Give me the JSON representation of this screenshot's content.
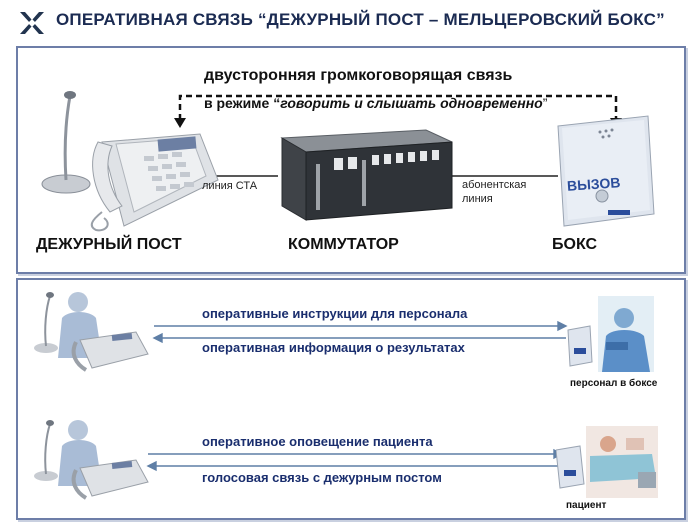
{
  "header": {
    "title": "ОПЕРАТИВНАЯ СВЯЗЬ “ДЕЖУРНЫЙ ПОСТ – МЕЛЬЦЕРОВСКИЙ БОКС”"
  },
  "top_panel": {
    "headline": "двусторонняя громкоговорящая связь",
    "mode_prefix": "в режиме ",
    "mode_quote_open": "“",
    "mode_italic": "говорить и слышать одновременно",
    "mode_quote_close": "”",
    "line_left": "линия  СТА",
    "line_right_1": "абонентская",
    "line_right_2": "линия",
    "label_post": "ДЕЖУРНЫЙ ПОСТ",
    "label_switch": "КОММУТАТОР",
    "label_box": "БОКС",
    "call_button_text": "ВЫЗОВ"
  },
  "bottom_panel": {
    "row1_arrow1": "оперативные инструкции для персонала",
    "row1_arrow2": "оперативная информация о результатах",
    "row1_caption": "персонал в боксе",
    "row2_arrow1": "оперативное оповещение пациента",
    "row2_arrow2": "голосовая связь с дежурным постом",
    "row2_caption": "пациент"
  },
  "colors": {
    "title": "#1b2b52",
    "panel_border": "#6d7ea8",
    "arrow": "#5f7fa6",
    "blue_text": "#1a2e6e"
  }
}
